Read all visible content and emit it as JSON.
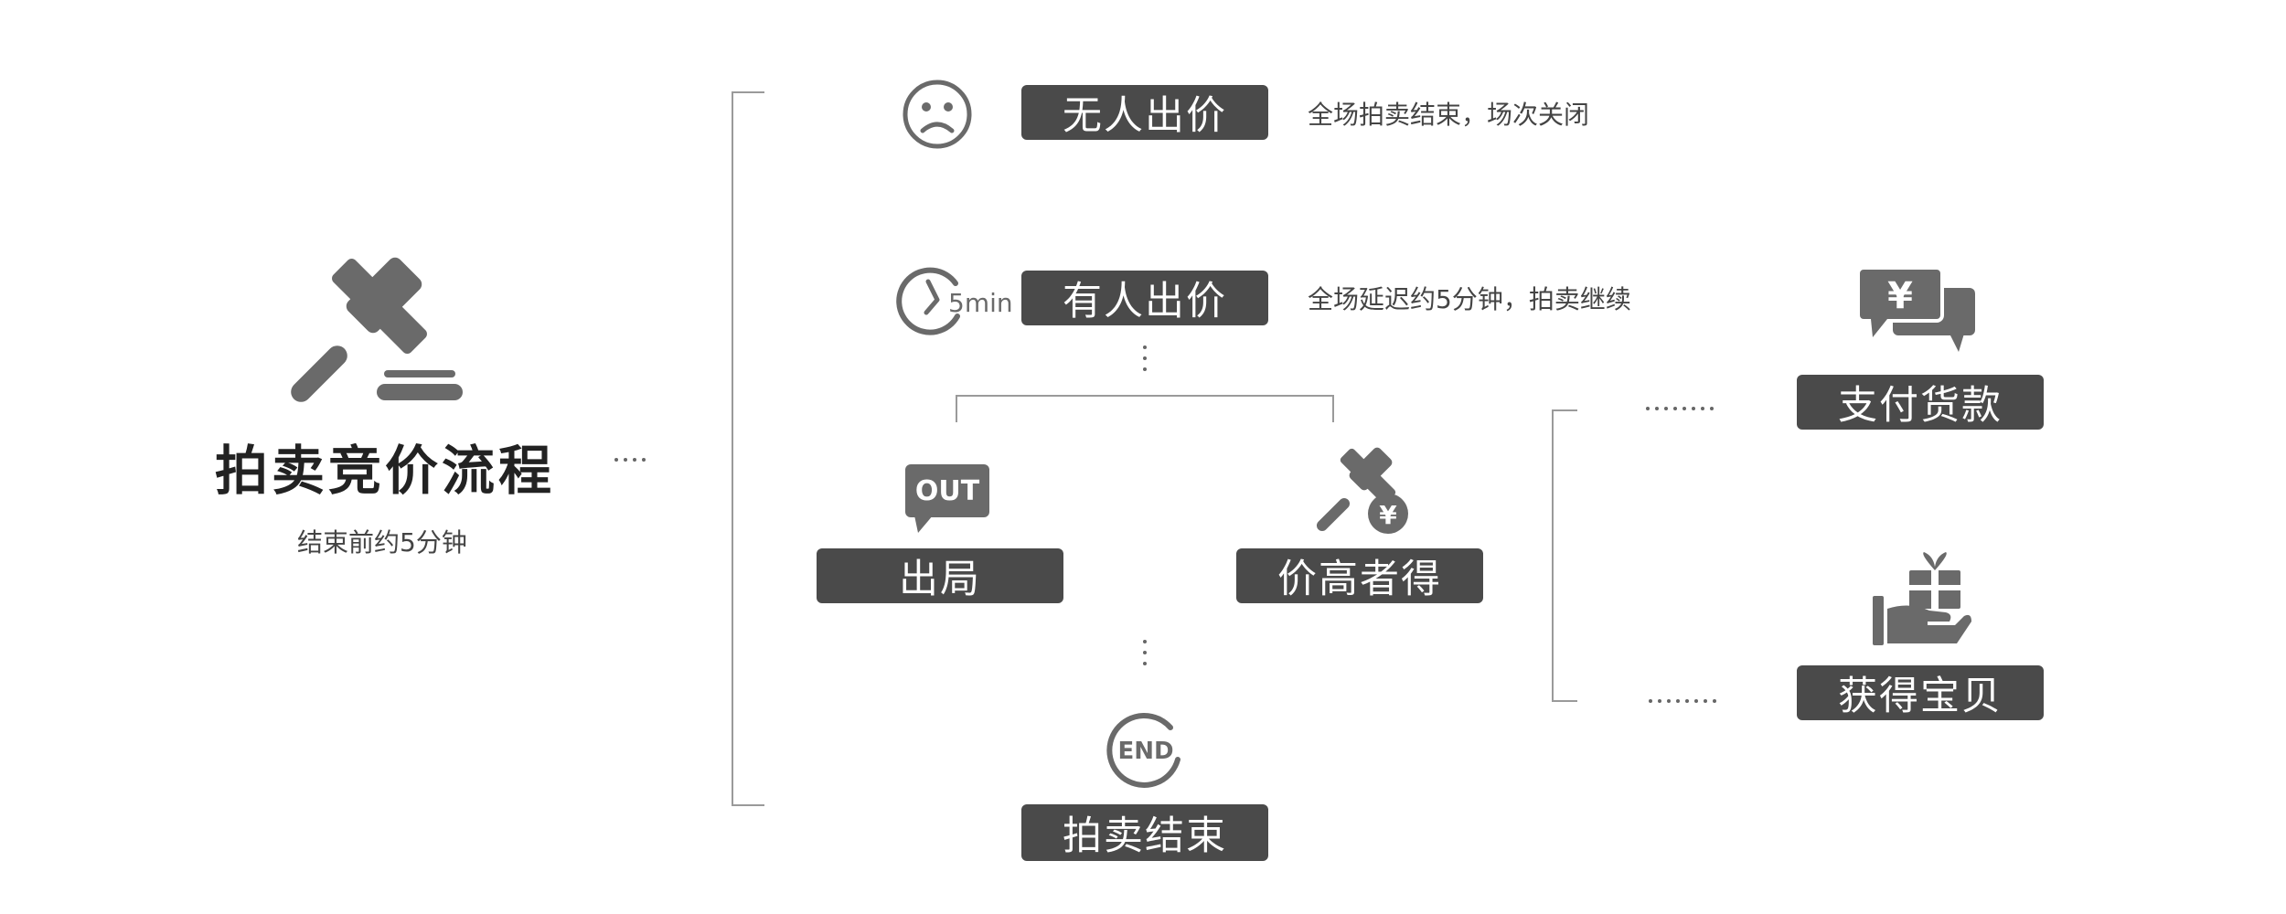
{
  "title": "拍卖竞价流程",
  "subtitle": "结束前约5分钟",
  "steps": {
    "no_bid": {
      "label": "无人出价",
      "note": "全场拍卖结束，场次关闭"
    },
    "bid": {
      "label": "有人出价",
      "note": "全场延迟约5分钟，拍卖继续",
      "icon_text": "5min"
    },
    "out": {
      "label": "出局",
      "icon_text": "OUT"
    },
    "winner": {
      "label": "价高者得",
      "icon_text": "¥"
    },
    "end": {
      "label": "拍卖结束",
      "icon_text": "END"
    },
    "pay": {
      "label": "支付货款",
      "icon_text": "¥"
    },
    "receive": {
      "label": "获得宝贝"
    }
  },
  "icons": [
    "gavel-icon",
    "sad-face-icon",
    "clock-5min-icon",
    "out-bubble-icon",
    "gavel-yuan-icon",
    "end-icon",
    "yuan-chat-icon",
    "gift-hand-icon"
  ],
  "colors": {
    "pill_bg": "#4a4a4a",
    "icon": "#6a6a6a",
    "line": "#9a9a9a",
    "text": "#333333"
  }
}
